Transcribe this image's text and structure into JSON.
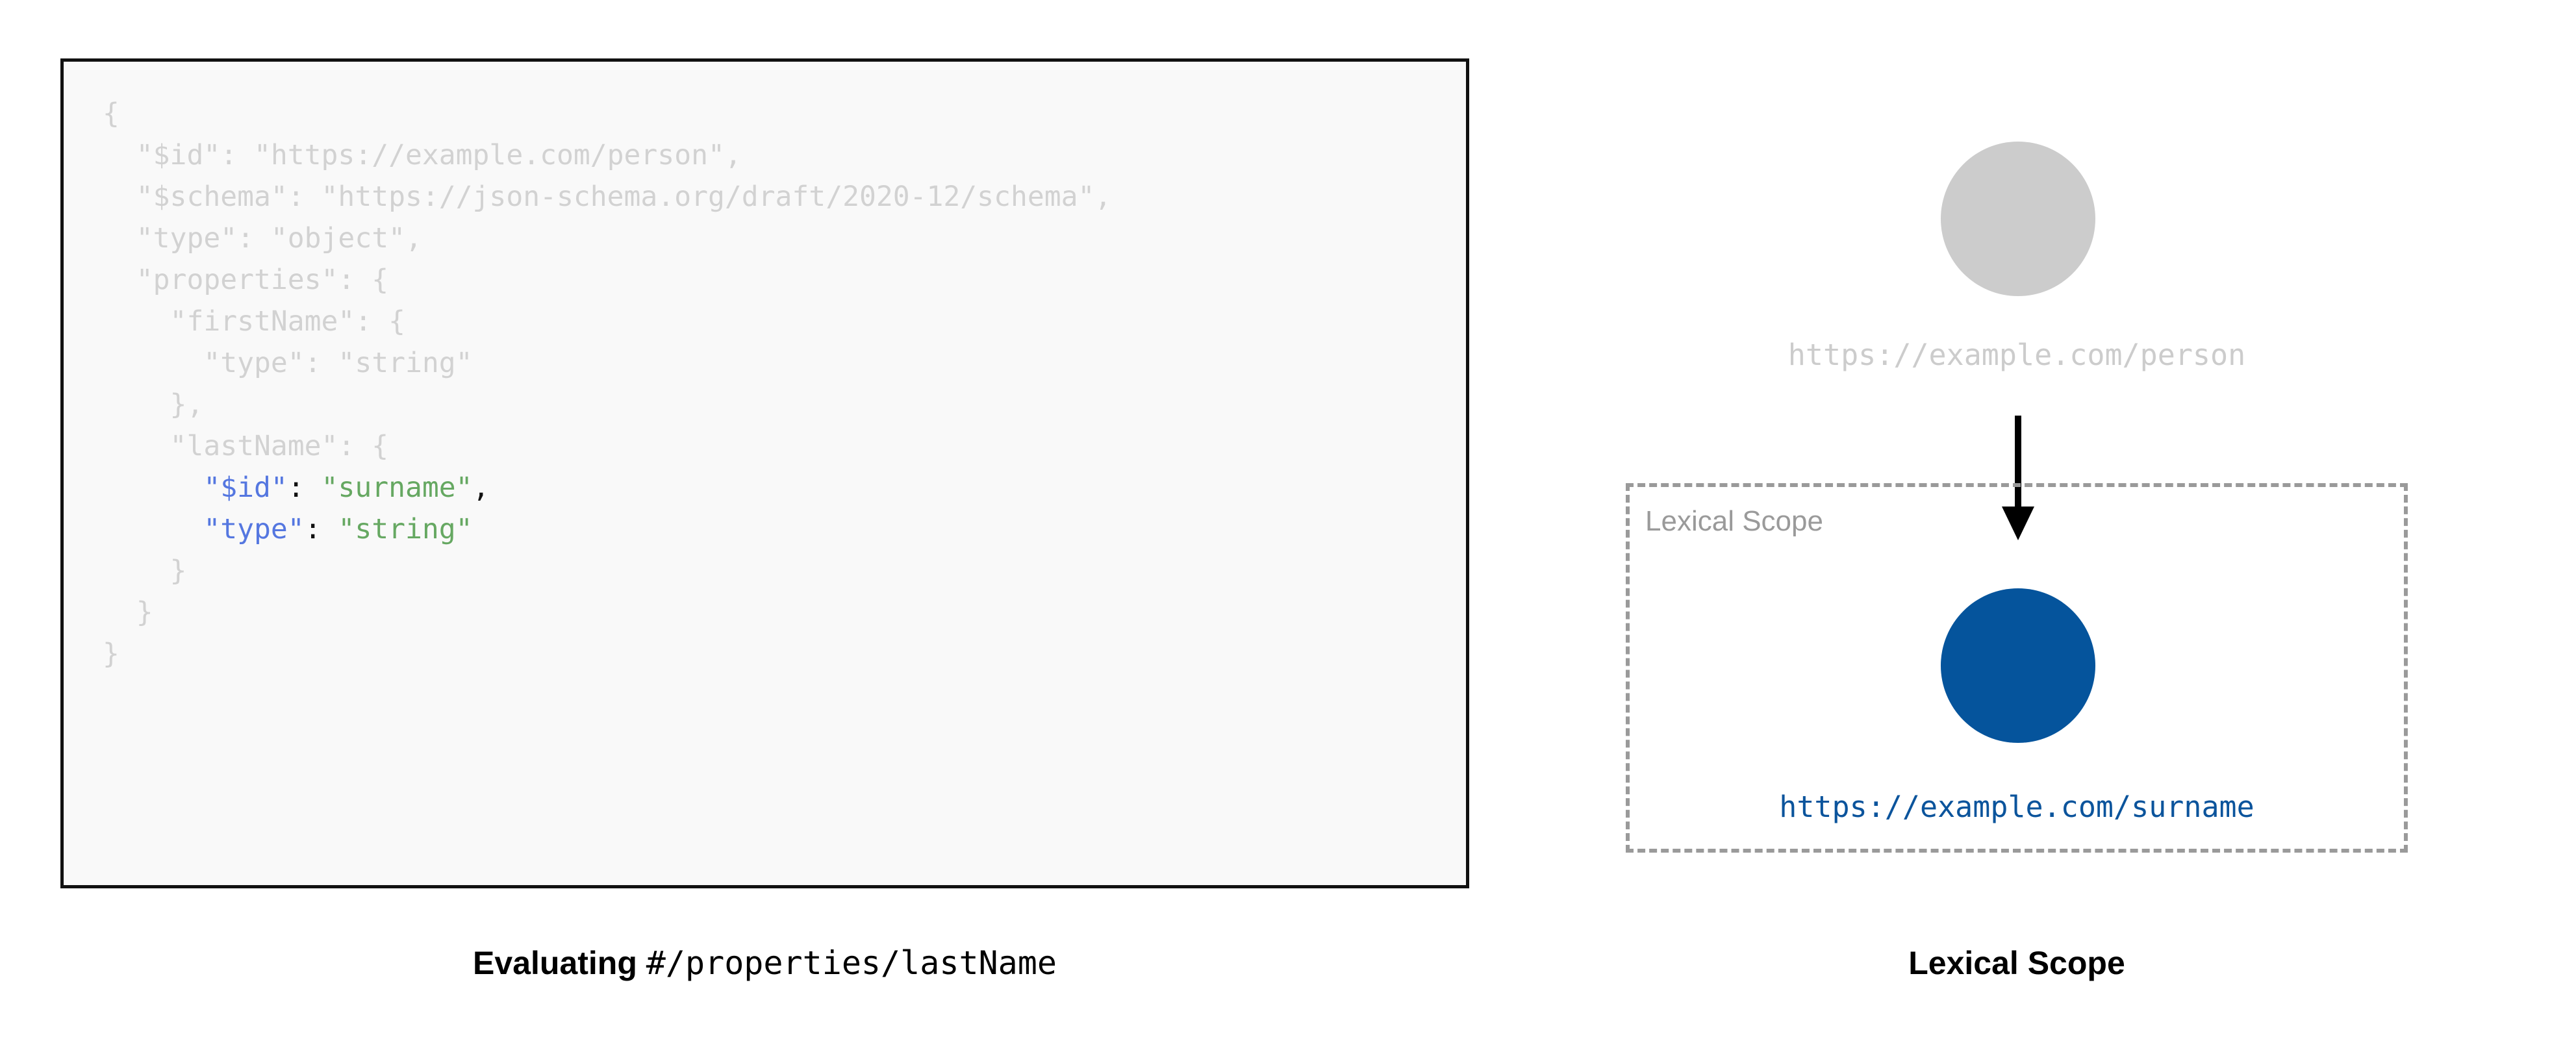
{
  "code_panel": {
    "language": "json",
    "lines": [
      [
        {
          "t": "{",
          "c": "dim"
        }
      ],
      [
        {
          "t": "  \"$id\": \"https://example.com/person\",",
          "c": "dim"
        }
      ],
      [
        {
          "t": "  \"$schema\": \"https://json-schema.org/draft/2020-12/schema\",",
          "c": "dim"
        }
      ],
      [
        {
          "t": "  \"type\": \"object\",",
          "c": "dim"
        }
      ],
      [
        {
          "t": "  \"properties\": {",
          "c": "dim"
        }
      ],
      [
        {
          "t": "    \"firstName\": {",
          "c": "dim"
        }
      ],
      [
        {
          "t": "      \"type\": \"string\"",
          "c": "dim"
        }
      ],
      [
        {
          "t": "    },",
          "c": "dim"
        }
      ],
      [
        {
          "t": "    \"lastName\": {",
          "c": "dim"
        }
      ],
      [
        {
          "t": "      ",
          "c": "dim"
        },
        {
          "t": "\"$id\"",
          "c": "k"
        },
        {
          "t": ": ",
          "c": "p"
        },
        {
          "t": "\"surname\"",
          "c": "s"
        },
        {
          "t": ",",
          "c": "p"
        }
      ],
      [
        {
          "t": "      ",
          "c": "dim"
        },
        {
          "t": "\"type\"",
          "c": "k"
        },
        {
          "t": ": ",
          "c": "p"
        },
        {
          "t": "\"string\"",
          "c": "s"
        }
      ],
      [
        {
          "t": "    }",
          "c": "dim"
        }
      ],
      [
        {
          "t": "  }",
          "c": "dim"
        }
      ],
      [
        {
          "t": "}",
          "c": "dim"
        }
      ]
    ]
  },
  "captions": {
    "left_bold": "Evaluating",
    "left_mono": "#/properties/lastName",
    "right": "Lexical Scope"
  },
  "diagram": {
    "outer_node": {
      "label": "https://example.com/person",
      "color": "#cccccc"
    },
    "inner_node": {
      "label": "https://example.com/surname",
      "color": "#05549c"
    },
    "scope_box": {
      "label": "Lexical Scope",
      "border_color": "#9a9a9a"
    },
    "arrow": {
      "color": "#000000"
    }
  }
}
